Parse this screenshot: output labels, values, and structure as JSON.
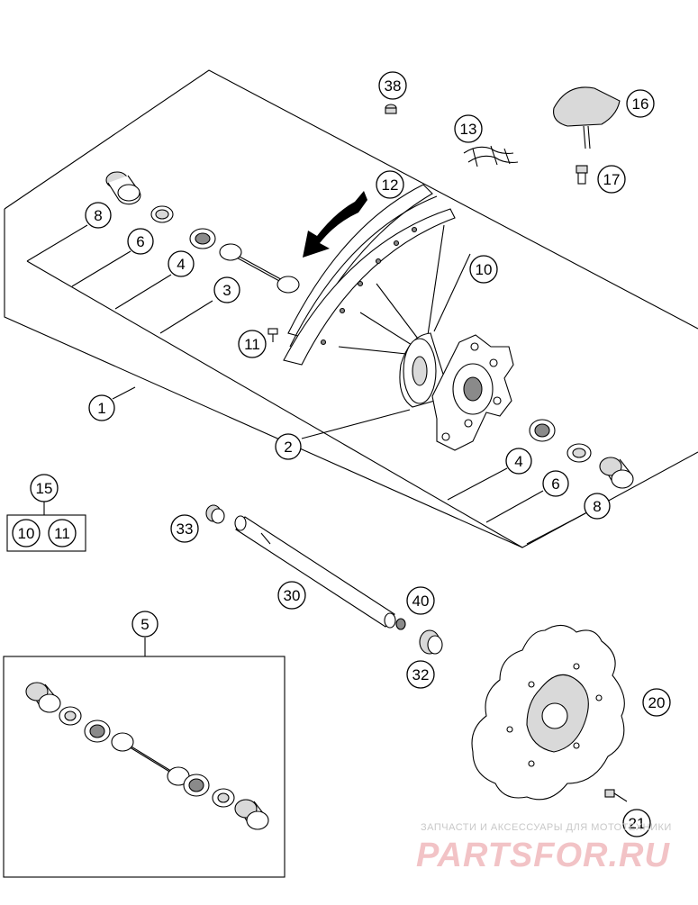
{
  "callouts": [
    {
      "id": "c1",
      "label": "1"
    },
    {
      "id": "c2",
      "label": "2"
    },
    {
      "id": "c3",
      "label": "3"
    },
    {
      "id": "c4a",
      "label": "4"
    },
    {
      "id": "c4b",
      "label": "4"
    },
    {
      "id": "c5",
      "label": "5"
    },
    {
      "id": "c6a",
      "label": "6"
    },
    {
      "id": "c6b",
      "label": "6"
    },
    {
      "id": "c8a",
      "label": "8"
    },
    {
      "id": "c8b",
      "label": "8"
    },
    {
      "id": "c10a",
      "label": "10"
    },
    {
      "id": "c10b",
      "label": "10"
    },
    {
      "id": "c11a",
      "label": "11"
    },
    {
      "id": "c11b",
      "label": "11"
    },
    {
      "id": "c12",
      "label": "12"
    },
    {
      "id": "c13",
      "label": "13"
    },
    {
      "id": "c15",
      "label": "15"
    },
    {
      "id": "c16",
      "label": "16"
    },
    {
      "id": "c17",
      "label": "17"
    },
    {
      "id": "c20",
      "label": "20"
    },
    {
      "id": "c21",
      "label": "21"
    },
    {
      "id": "c30",
      "label": "30"
    },
    {
      "id": "c32",
      "label": "32"
    },
    {
      "id": "c33",
      "label": "33"
    },
    {
      "id": "c38",
      "label": "38"
    },
    {
      "id": "c40",
      "label": "40"
    }
  ],
  "watermark": {
    "caption": "ЗАПЧАСТИ И АКСЕССУАРЫ ДЛЯ МОТОТЕХНИКИ",
    "brand": "PARTSFOR.RU"
  }
}
